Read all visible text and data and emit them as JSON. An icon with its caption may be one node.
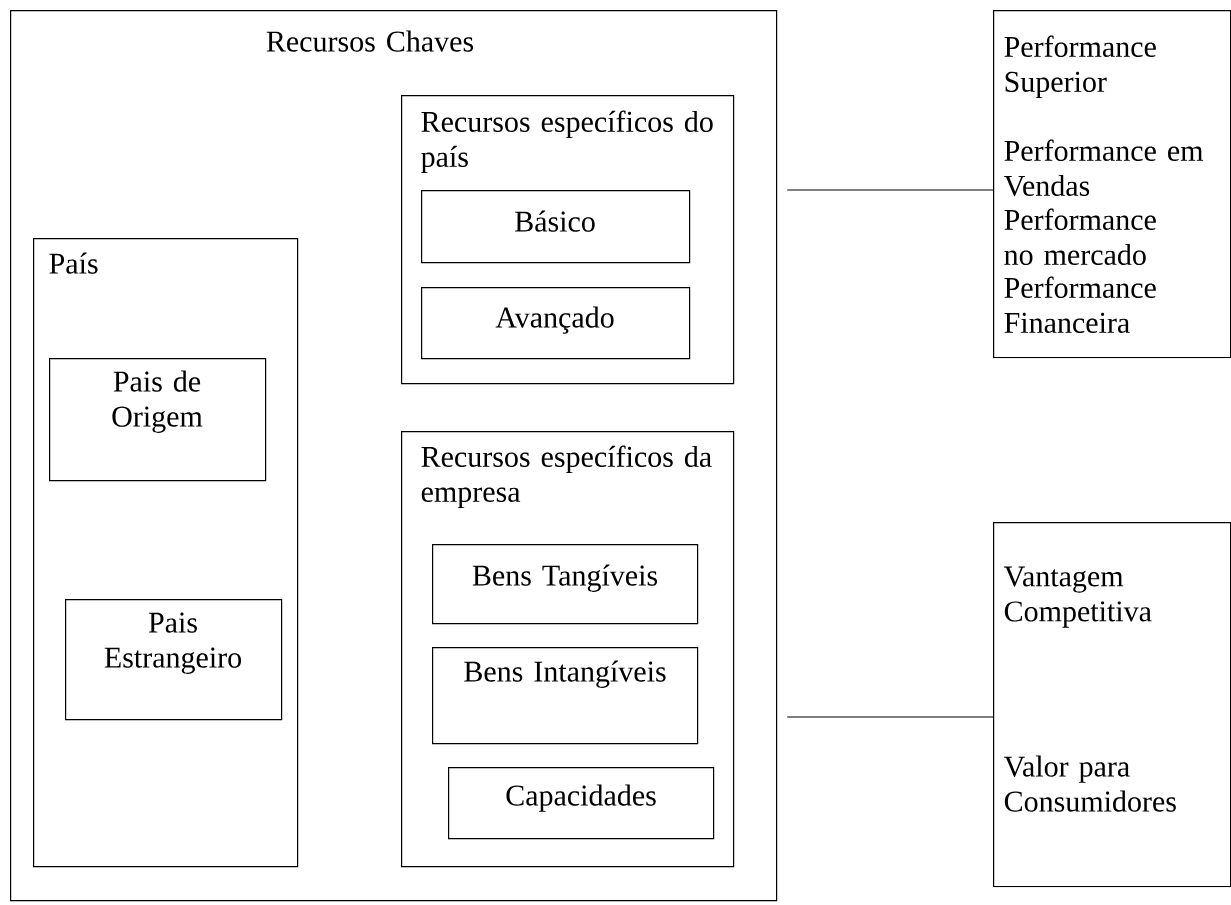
{
  "diagram": {
    "nodes": [
      {
        "text": [
          "Recursos Chaves"
        ]
      },
      {
        "text": [
          "Recursos específicos do país"
        ],
        "in": 0
      },
      {
        "text": [
          "Básico"
        ],
        "in": 1
      },
      {
        "text": [
          "Avançado"
        ],
        "in": 1
      },
      {
        "text": [
          "País"
        ],
        "in": 0
      },
      {
        "text": [
          "Pais de Origem"
        ],
        "in": 4
      },
      {
        "text": [
          "Pais Estrangeiro"
        ],
        "in": 4
      },
      {
        "text": [
          "Recursos específicos da empresa"
        ],
        "in": 0
      },
      {
        "text": [
          "Bens Tangíveis"
        ],
        "in": 7
      },
      {
        "text": [
          "Bens Intangíveis"
        ],
        "in": 7
      },
      {
        "text": [
          "Capacidades"
        ],
        "in": 7
      },
      {
        "text": [
          "Performance Superior",
          "Performance em Vendas",
          "Performance no mercado",
          "Performance Financeira"
        ]
      },
      {
        "text": [
          "Vantagem Competitiva",
          "Valor para Consumidores"
        ]
      }
    ],
    "edges": [
      {
        "from": 0,
        "to": 11,
        "arrow": "none"
      },
      {
        "from": 0,
        "to": 12,
        "arrow": "none"
      }
    ]
  }
}
